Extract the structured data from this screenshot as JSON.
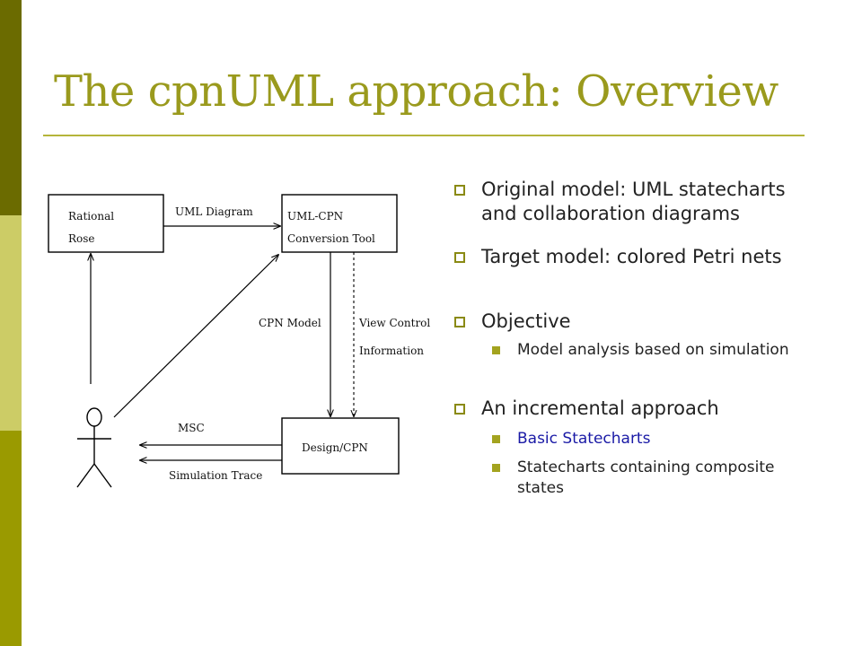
{
  "slide": {
    "title": "The cpnUML approach: Overview",
    "accent_color": "#9a9a1d",
    "sidebar_colors": [
      "#6b6b00",
      "#cccc66",
      "#9a9a00"
    ]
  },
  "diagram": {
    "boxes": {
      "rational_rose": [
        "Rational",
        "Rose"
      ],
      "conversion_tool": [
        "UML-CPN",
        "Conversion Tool"
      ],
      "design_cpn": "Design/CPN"
    },
    "labels": {
      "uml_diagram": "UML Diagram",
      "cpn_model": "CPN Model",
      "view_control_1": "View Control",
      "view_control_2": "Information",
      "msc": "MSC",
      "simulation_trace": "Simulation Trace"
    },
    "actor_icon": "stick-figure-icon"
  },
  "bullets": [
    {
      "level": 1,
      "text": "Original model: UML statecharts and collaboration diagrams"
    },
    {
      "level": 1,
      "text": "Target model: colored Petri nets"
    },
    {
      "level": 1,
      "text": "Objective"
    },
    {
      "level": 2,
      "text": "Model analysis based on simulation"
    },
    {
      "level": 1,
      "text": "An incremental approach"
    },
    {
      "level": 2,
      "text": "Basic Statecharts",
      "color": "#1a1aa6"
    },
    {
      "level": 2,
      "text": "Statecharts containing composite states"
    }
  ]
}
